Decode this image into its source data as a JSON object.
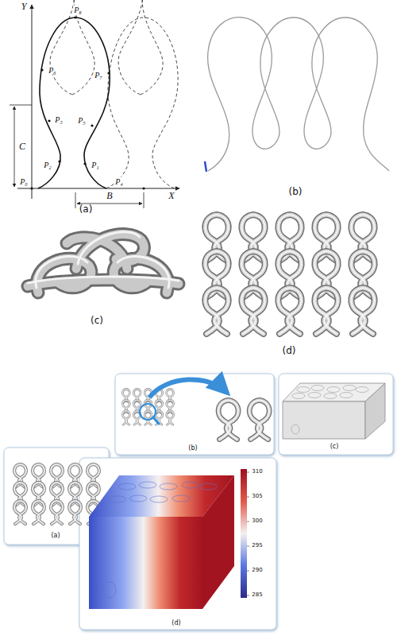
{
  "diagram": {
    "labels": [
      "Y",
      "P₈",
      "P₆",
      "P₇",
      "C",
      "P₃",
      "P₅",
      "P₂",
      "P₁",
      "P₀",
      "P₄",
      "B",
      "X",
      "(a)",
      "(b)",
      "(c)",
      "(d)",
      "(a)",
      "(b)",
      "(c)",
      "(d)",
      "310",
      "305",
      "300",
      "295",
      "290",
      "285"
    ]
  }
}
